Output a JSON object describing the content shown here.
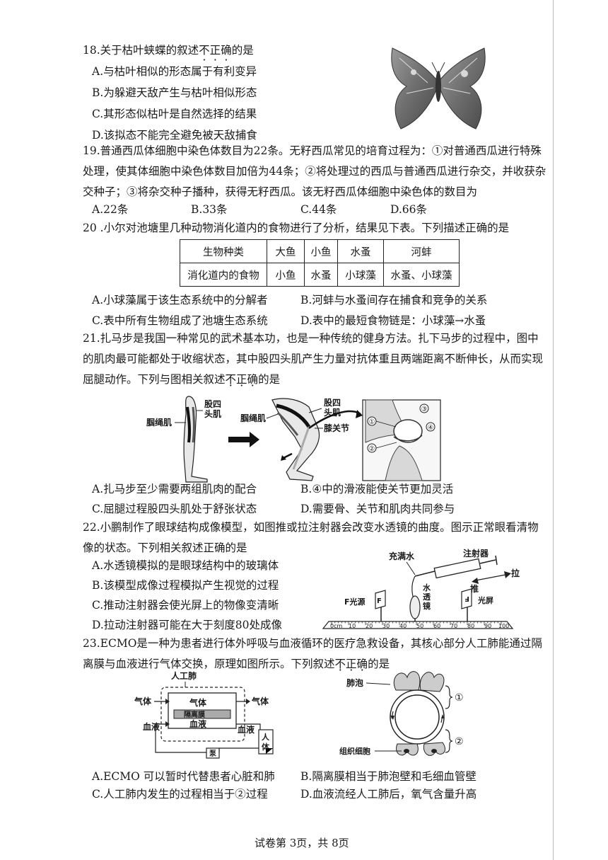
{
  "q18": {
    "stem_pre": "18.关于枯叶蛱蝶的叙述",
    "stem_emph": [
      "不",
      "正",
      "确"
    ],
    "stem_post": "的是",
    "options": [
      "A.与枯叶相似的形态属于有利变异",
      "B.为躲避天敌产生与枯叶相似形态",
      "C.其形态似枯叶是自然选择的结果",
      "D.该拟态不能完全避免被天敌捕食"
    ]
  },
  "q19": {
    "stem": "19.普通西瓜体细胞中染色体数目为22条。无籽西瓜常见的培育过程为：①对普通西瓜进行特殊处理，使其体细胞中染色体数目加倍为44条；②将处理过的西瓜与普通西瓜进行杂交，并收获杂交种子；③将杂交种子播种，获得无籽西瓜。该无籽西瓜体细胞中染色体的数目为",
    "options": [
      "A.22条",
      "B.33条",
      "C.44条",
      "D.66条"
    ]
  },
  "q20": {
    "stem": "20 .小尔对池塘里几种动物消化道内的食物进行了分析，结果见下表。下列描述正确的是",
    "table": {
      "headers": [
        "生物种类",
        "大鱼",
        "小鱼",
        "水蚤",
        "河蚌"
      ],
      "row": [
        "消化道内的食物",
        "小鱼",
        "水蚤",
        "小球藻",
        "水蚤、小球藻"
      ]
    },
    "options": [
      "A.小球藻属于该生态系统中的分解者",
      "B.河蚌与水蚤间存在捕食和竞争的关系",
      "C.表中所有生物组成了池塘生态系统",
      "D.表中的最短食物链是：小球藻→水蚤"
    ]
  },
  "q21": {
    "stem_pre": "21.扎马步是我国一种常见的武术基本功，也是一种传统的健身方法。扎下马步的过程中，图中的肌肉最可能都处于收缩状态，其中股四头肌产生力量对抗体重且两端距离不断伸长，从而实现屈腿动作。下列与图相关叙述",
    "stem_emph": [
      "不",
      "正",
      "确"
    ],
    "stem_post": "的是",
    "figure": {
      "hamstring": "腘绳肌",
      "quad": "股四头肌",
      "knee": "膝关节",
      "n1": "①",
      "n2": "②",
      "n3": "③",
      "n4": "④"
    },
    "options": [
      "A.扎马步至少需要两组肌肉的配合",
      "B.④中的滑液能使关节更加灵活",
      "C.屈腿过程股四头肌处于舒张状态",
      "D.需要骨、关节和肌肉共同参与"
    ]
  },
  "q22": {
    "stem": "22.小鹏制作了眼球结构成像模型，如图推或拉注射器会改变水透镜的曲度。图示正常眼看清物像的状态。下列相关叙述正确的是",
    "figure": {
      "water_full": "充满水",
      "syringe": "注射器",
      "pull": "拉",
      "push": "推",
      "lens": "水透镜",
      "light": "F光源",
      "screen": "光屏",
      "F": "F",
      "ruler_labels": [
        "0cm",
        "10",
        "20",
        "30",
        "40",
        "50",
        "60",
        "70",
        "80",
        "90",
        "100"
      ]
    },
    "options": [
      "A.水透镜模拟的是眼球结构中的玻璃体",
      "B.该模型成像过程模拟产生视觉的过程",
      "C.推动注射器会使光屏上的物像变清晰",
      "D.拉动注射器可能在大于刻度80处成像"
    ]
  },
  "q23": {
    "stem_pre": "23.ECMO是一种为患者进行体外呼吸与血液循环的医疗急救设备，其核心部分人工肺能通过隔离膜与血液进行气体交换，原理如图所示。下列叙述",
    "stem_emph": [
      "不",
      "正",
      "确"
    ],
    "stem_post": "的是",
    "figure": {
      "artificial_lung": "人工肺",
      "gas": "气体",
      "membrane": "隔离膜",
      "blood": "血液",
      "pump": "泵",
      "body": "人体",
      "alveolus": "肺泡",
      "tissue": "组织细胞",
      "n1": "①",
      "n2": "②"
    },
    "options": [
      "A.ECMO 可以暂时代替患者心脏和肺",
      "B.隔离膜相当于肺泡壁和毛细血管壁",
      "C.人工肺内发生的过程相当于②过程",
      "D.血液流经人工肺后，氧气含量升高"
    ]
  },
  "footer": "试卷第 3页，共 8页"
}
